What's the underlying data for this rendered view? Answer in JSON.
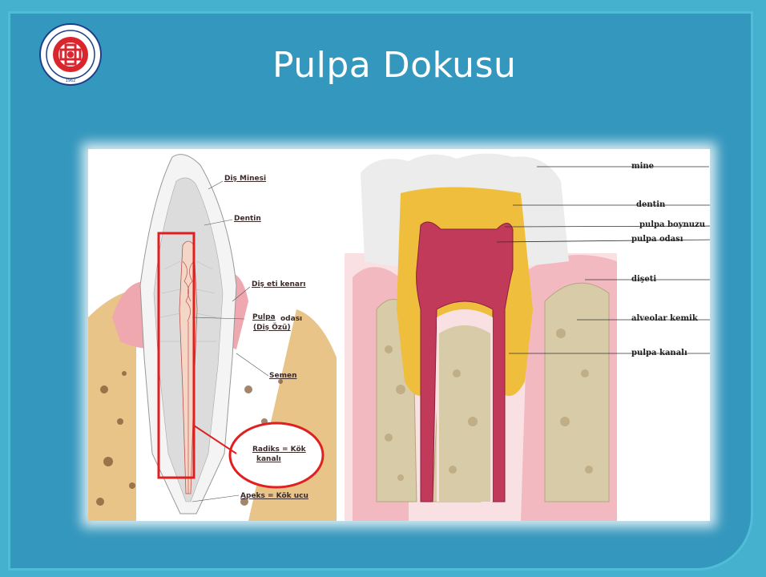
{
  "slide": {
    "title": "Pulpa Dokusu",
    "logo": {
      "icon": "university-seal-icon",
      "year": "1962"
    }
  },
  "left_diagram": {
    "labels": {
      "enamel": "Diş Minesi",
      "dentin": "Dentin",
      "gum_edge": "Diş eti kenarı",
      "pulpa": "Pulpa",
      "odasi": "odası",
      "dis_ozu": "(Diş Özü)",
      "semen": "Semen",
      "radiks": "Radiks = Kök",
      "kanali": "kanalı",
      "apeks": "Apeks = Kök ucu"
    }
  },
  "right_diagram": {
    "labels": {
      "mine": "mine",
      "dentin": "dentin",
      "pulpa_boynuzu": "pulpa boynuzu",
      "pulpa_odasi": "pulpa odası",
      "diseti": "dişeti",
      "alveolar_kemik": "alveolar kemik",
      "pulpa_kanali": "pulpa kanalı"
    }
  },
  "colors": {
    "background": "#3497bd",
    "border": "#4fbcd8",
    "title": "#ffffff",
    "pulp": "#c23a5a",
    "dentin": "#efbe3c",
    "bone": "#d8cba7",
    "gum": "#f3b9c1"
  }
}
